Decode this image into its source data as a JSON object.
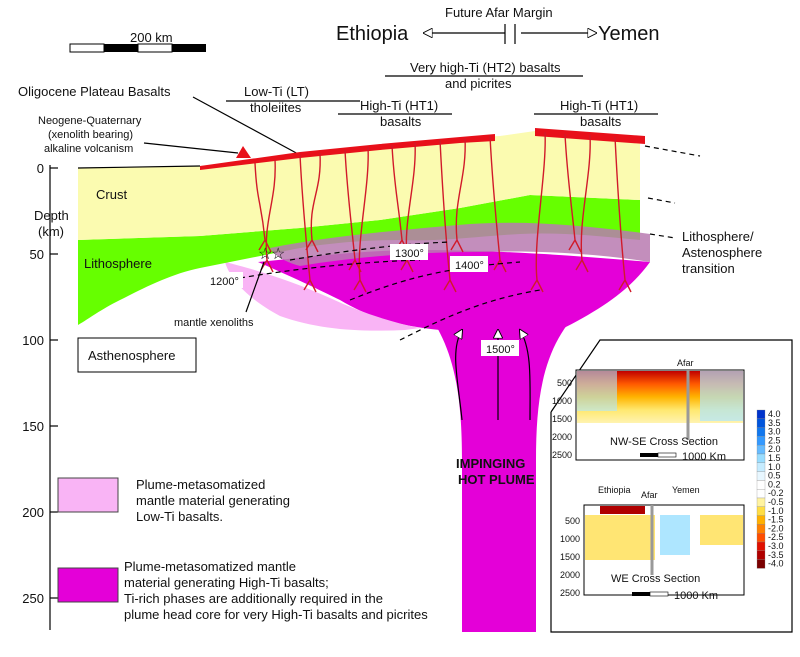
{
  "scale_bar": {
    "label": "200 km"
  },
  "margin": {
    "title": "Future Afar Margin",
    "left": "Ethiopia",
    "right": "Yemen"
  },
  "top_labels": {
    "oligocene": "Oligocene Plateau Basalts",
    "low_ti_1": "Low-Ti (LT)",
    "low_ti_2": "tholeiites",
    "ht2_1": "Very high-Ti (HT2) basalts",
    "ht2_2": "and picrites",
    "ht1_a_1": "High-Ti (HT1)",
    "ht1_a_2": "basalts",
    "ht1_b_1": "High-Ti (HT1)",
    "ht1_b_2": "basalts",
    "neogene_1": "Neogene-Quaternary",
    "neogene_2": "(xenolith bearing)",
    "neogene_3": "alkaline volcanism"
  },
  "depth_axis": {
    "title_1": "Depth",
    "title_2": "(km)",
    "ticks": [
      "0",
      "50",
      "100",
      "150",
      "200",
      "250"
    ]
  },
  "layers": {
    "crust": "Crust",
    "lithosphere": "Lithosphere",
    "asthenosphere": "Asthenosphere",
    "transition_1": "Lithosphere/",
    "transition_2": "Astenosphere",
    "transition_3": "transition"
  },
  "isotherms": [
    "1200°",
    "1300°",
    "1400°",
    "1500°"
  ],
  "xenolith_label": "mantle xenoliths",
  "plume_label_1": "IMPINGING",
  "plume_label_2": "HOT PLUME",
  "legend": {
    "low_ti_1": "Plume-metasomatized",
    "low_ti_2": "mantle material generating",
    "low_ti_3": "Low-Ti basalts.",
    "high_ti_1": "Plume-metasomatized mantle",
    "high_ti_2": "material generating High-Ti basalts;",
    "high_ti_3": "Ti-rich phases are additionally required in the",
    "high_ti_4": "plume head core for very High-Ti basalts and picrites",
    "low_ti_color": "#f9b4f5",
    "high_ti_color": "#e400d8"
  },
  "inset": {
    "top": {
      "marker": "Afar",
      "title": "NW-SE Cross Section",
      "y_ticks": [
        "500",
        "1000",
        "1500",
        "2000",
        "2500"
      ],
      "scale": "1000 Km"
    },
    "bottom": {
      "marker": "Afar",
      "left": "Ethiopia",
      "right": "Yemen",
      "title": "WE Cross Section",
      "y_ticks": [
        "500",
        "1000",
        "1500",
        "2000",
        "2500"
      ],
      "scale": "1000 Km"
    },
    "colorbar": [
      "4.0",
      "3.5",
      "3.0",
      "2.5",
      "2.0",
      "1.5",
      "1.0",
      "0.5",
      "0.2",
      "-0.2",
      "-0.5",
      "-1.0",
      "-1.5",
      "-2.0",
      "-2.5",
      "-3.0",
      "-3.5",
      "-4.0"
    ]
  },
  "colors": {
    "crust": "#fbfbb0",
    "lithosphere": "#66ff00",
    "basalt": "#e8101a",
    "plume": "#e400d8",
    "low_ti_zone": "#f9b4f5"
  }
}
